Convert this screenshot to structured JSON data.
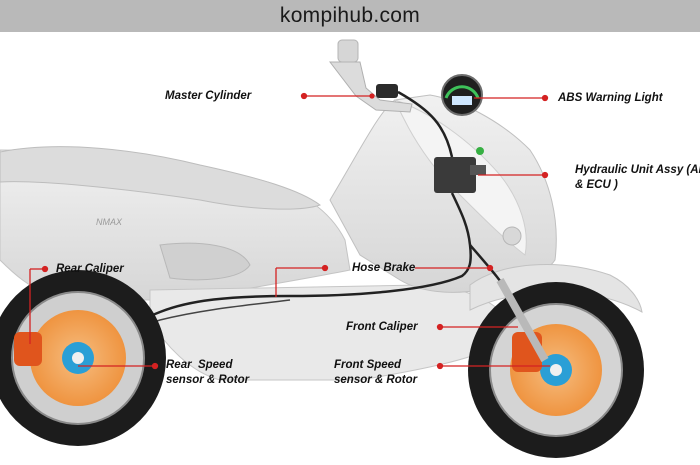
{
  "watermark": "kompihub.com",
  "colors": {
    "banner": "#b9b9b9",
    "leader_line": "#d42222",
    "caliper": "#e0551d",
    "rotor": "#f2a35a",
    "sensor": "#2a9fd6",
    "body": "#e6e6e6",
    "tire": "#1c1c1c"
  },
  "labels": {
    "master_cylinder": "Master Cylinder",
    "abs_warning_light": "ABS Warning Light",
    "hydraulic_unit_line1": "Hydraulic Unit Assy (AB",
    "hydraulic_unit_line2": "& ECU )",
    "rear_caliper": "Rear Caliper",
    "hose_brake": "Hose Brake",
    "front_caliper": "Front Caliper",
    "rear_speed_line1": "Rear  Speed",
    "rear_speed_line2": "sensor & Rotor",
    "front_speed_line1": "Front Speed",
    "front_speed_line2": "sensor & Rotor"
  },
  "decor": {
    "side_badge": "NMAX"
  }
}
